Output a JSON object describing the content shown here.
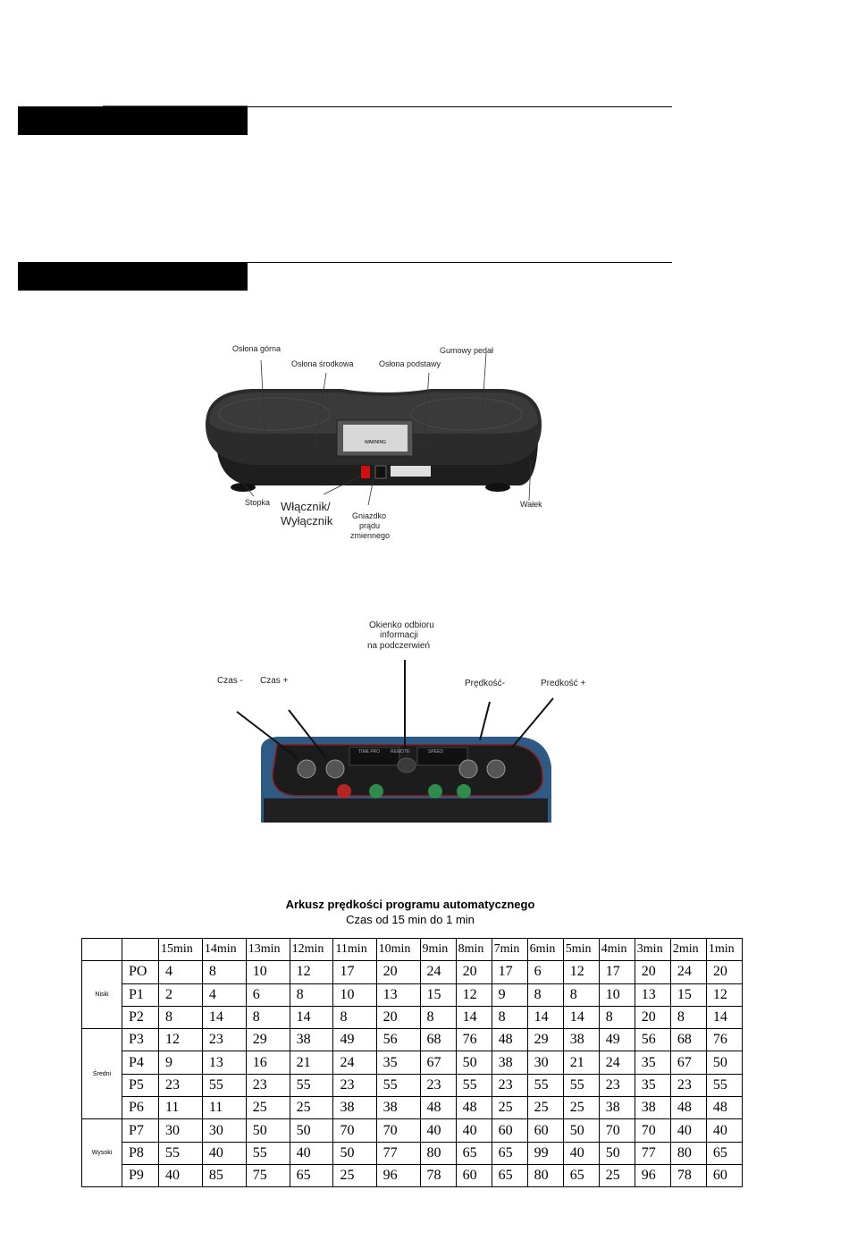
{
  "device_labels": {
    "oslona_gorna": "Osłona górna",
    "oslona_srodkowa": "Osłona środkowa",
    "oslona_podstawy": "Osłona podstawy",
    "gumowy_pedal": "Gumowy pedał",
    "stopka": "Stopka",
    "wlacznik_line1": "Włącznik/",
    "wlacznik_line2": "Wyłącznik",
    "gniazdko_line1": "Gniazdko",
    "gniazdko_line2": "prądu",
    "gniazdko_line3": "zmiennego",
    "walek": "Wałek",
    "warning": "WARNING"
  },
  "panel_labels": {
    "okienko_line1": "Okienko odbioru",
    "okienko_line2": "informacji",
    "okienko_line3": "na podczerwień",
    "czas_minus": "Czas -",
    "czas_plus": "Czas +",
    "predkosc_minus": "Prędkość-",
    "predkosc_plus": "Predkość +",
    "time_pro": "TIME PRO",
    "remote": "REMOTE",
    "speed": "SPEED"
  },
  "table": {
    "title": "Arkusz prędkości programu automatycznego",
    "subtitle": "Czas od 15 min do 1 min",
    "columns": [
      "15min",
      "14min",
      "13min",
      "12min",
      "11min",
      "10min",
      "9min",
      "8min",
      "7min",
      "6min",
      "5min",
      "4min",
      "3min",
      "2min",
      "1min"
    ],
    "groups": [
      {
        "name": "Niski",
        "rows": [
          {
            "prog": "PO",
            "values": [
              "4",
              "8",
              "10",
              "12",
              "17",
              "20",
              "24",
              "20",
              "17",
              "6",
              "12",
              "17",
              "20",
              "24",
              "20"
            ]
          },
          {
            "prog": "P1",
            "values": [
              "2",
              "4",
              "6",
              "8",
              "10",
              "13",
              "15",
              "12",
              "9",
              "8",
              "8",
              "10",
              "13",
              "15",
              "12"
            ]
          },
          {
            "prog": "P2",
            "values": [
              "8",
              "14",
              "8",
              "14",
              "8",
              "20",
              "8",
              "14",
              "8",
              "14",
              "14",
              "8",
              "20",
              "8",
              "14"
            ]
          }
        ]
      },
      {
        "name": "Średni",
        "rows": [
          {
            "prog": "P3",
            "values": [
              "12",
              "23",
              "29",
              "38",
              "49",
              "56",
              "68",
              "76",
              "48",
              "29",
              "38",
              "49",
              "56",
              "68",
              "76"
            ]
          },
          {
            "prog": "P4",
            "values": [
              "9",
              "13",
              "16",
              "21",
              "24",
              "35",
              "67",
              "50",
              "38",
              "30",
              "21",
              "24",
              "35",
              "67",
              "50"
            ]
          },
          {
            "prog": "P5",
            "values": [
              "23",
              "55",
              "23",
              "55",
              "23",
              "55",
              "23",
              "55",
              "23",
              "55",
              "55",
              "23",
              "35",
              "23",
              "55"
            ]
          },
          {
            "prog": "P6",
            "values": [
              "11",
              "11",
              "25",
              "25",
              "38",
              "38",
              "48",
              "48",
              "25",
              "25",
              "25",
              "38",
              "38",
              "48",
              "48"
            ]
          }
        ]
      },
      {
        "name": "Wysoki",
        "rows": [
          {
            "prog": "P7",
            "values": [
              "30",
              "30",
              "50",
              "50",
              "70",
              "70",
              "40",
              "40",
              "60",
              "60",
              "50",
              "70",
              "70",
              "40",
              "40"
            ]
          },
          {
            "prog": "P8",
            "values": [
              "55",
              "40",
              "55",
              "40",
              "50",
              "77",
              "80",
              "65",
              "65",
              "99",
              "40",
              "50",
              "77",
              "80",
              "65"
            ]
          },
          {
            "prog": "P9",
            "values": [
              "40",
              "85",
              "75",
              "65",
              "25",
              "96",
              "78",
              "60",
              "65",
              "80",
              "65",
              "25",
              "96",
              "78",
              "60"
            ]
          }
        ]
      }
    ]
  }
}
